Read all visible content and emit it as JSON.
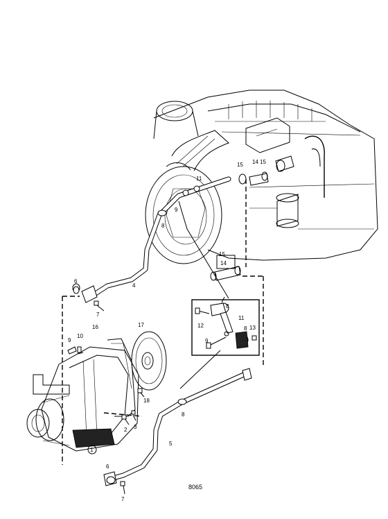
{
  "diagram": {
    "drawing_number": "8065",
    "callouts": [
      {
        "id": "c1",
        "text": "1"
      },
      {
        "id": "c2",
        "text": "2"
      },
      {
        "id": "c3",
        "text": "3"
      },
      {
        "id": "c4",
        "text": "4"
      },
      {
        "id": "c5",
        "text": "5"
      },
      {
        "id": "c6a",
        "text": "6"
      },
      {
        "id": "c6b",
        "text": "6"
      },
      {
        "id": "c7a",
        "text": "7"
      },
      {
        "id": "c7b",
        "text": "7"
      },
      {
        "id": "c8a",
        "text": "8"
      },
      {
        "id": "c8b",
        "text": "8"
      },
      {
        "id": "c8c",
        "text": "8"
      },
      {
        "id": "c8d",
        "text": "8"
      },
      {
        "id": "c9a",
        "text": "9"
      },
      {
        "id": "c9b",
        "text": "9"
      },
      {
        "id": "c9c",
        "text": "9"
      },
      {
        "id": "c10",
        "text": "10"
      },
      {
        "id": "c11a",
        "text": "11"
      },
      {
        "id": "c11b",
        "text": "11"
      },
      {
        "id": "c12",
        "text": "12"
      },
      {
        "id": "c13",
        "text": "13"
      },
      {
        "id": "c14a",
        "text": "14"
      },
      {
        "id": "c14b",
        "text": "14"
      },
      {
        "id": "c15a",
        "text": "15"
      },
      {
        "id": "c15b",
        "text": "15"
      },
      {
        "id": "c15c",
        "text": "15"
      },
      {
        "id": "c16",
        "text": "16"
      },
      {
        "id": "c17",
        "text": "17"
      },
      {
        "id": "c18",
        "text": "18"
      }
    ]
  }
}
